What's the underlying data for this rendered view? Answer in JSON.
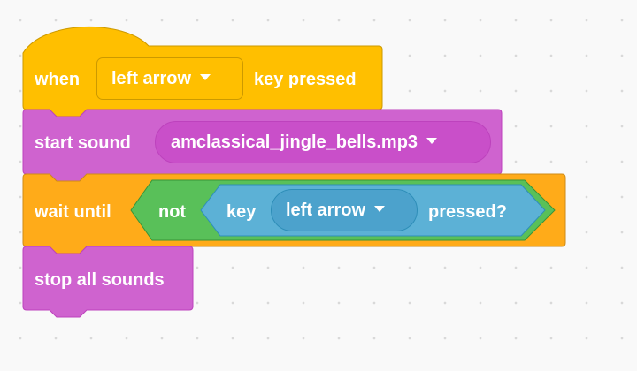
{
  "hat_block": {
    "when_label": "when",
    "key_value": "left arrow",
    "key_pressed_label": "key pressed"
  },
  "sound_block": {
    "label": "start sound",
    "sound_value": "amclassical_jingle_bells.mp3"
  },
  "wait_block": {
    "label": "wait until",
    "not_label": "not",
    "key_label": "key",
    "key_value": "left arrow",
    "pressed_label": "pressed?"
  },
  "stop_block": {
    "label": "stop all sounds"
  },
  "colors": {
    "events": "#FFBF00",
    "events_dark": "#CC9900",
    "sound": "#CF63CF",
    "sound_dark": "#BD42BD",
    "sound_menu": "#C94FC9",
    "control": "#FFAB19",
    "control_dark": "#CF8B17",
    "operators": "#59C059",
    "operators_dark": "#389438",
    "sensing": "#5CB1D6",
    "sensing_dark": "#2E8EB8",
    "sensing_menu": "#4CA2CC"
  }
}
